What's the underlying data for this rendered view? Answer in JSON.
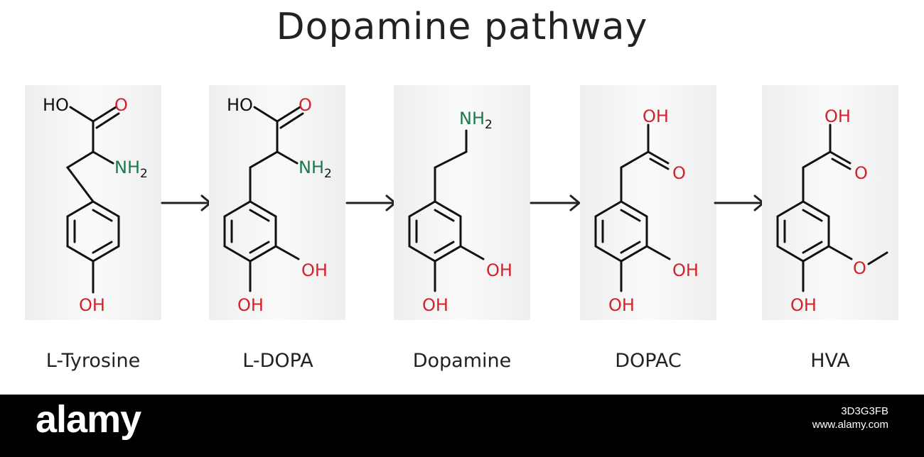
{
  "title": "Dopamine pathway",
  "colors": {
    "oxygen": "#d6202a",
    "nitrogen": "#1a7a4c",
    "bond": "#111111",
    "text": "#222222"
  },
  "compounds": [
    {
      "label": "L-Tyrosine",
      "atoms": {
        "hydroxyl": "OH",
        "acid_oh": "HO",
        "acid_o": "O",
        "amine": "NH",
        "amine_sub": "2"
      }
    },
    {
      "label": "L-DOPA",
      "atoms": {
        "hydroxyl_meta": "OH",
        "hydroxyl_para": "OH",
        "acid_oh": "HO",
        "acid_o": "O",
        "amine": "NH",
        "amine_sub": "2"
      }
    },
    {
      "label": "Dopamine",
      "atoms": {
        "hydroxyl_meta": "OH",
        "hydroxyl_para": "OH",
        "amine": "NH",
        "amine_sub": "2"
      }
    },
    {
      "label": "DOPAC",
      "atoms": {
        "hydroxyl_meta": "OH",
        "hydroxyl_para": "OH",
        "acid_oh": "OH",
        "acid_o": "O"
      }
    },
    {
      "label": "HVA",
      "atoms": {
        "methoxy_o": "O",
        "hydroxyl_para": "OH",
        "acid_oh": "OH",
        "acid_o": "O"
      }
    }
  ],
  "footer": {
    "brand": "alamy",
    "image_id": "3D3G3FB",
    "url": "www.alamy.com"
  }
}
